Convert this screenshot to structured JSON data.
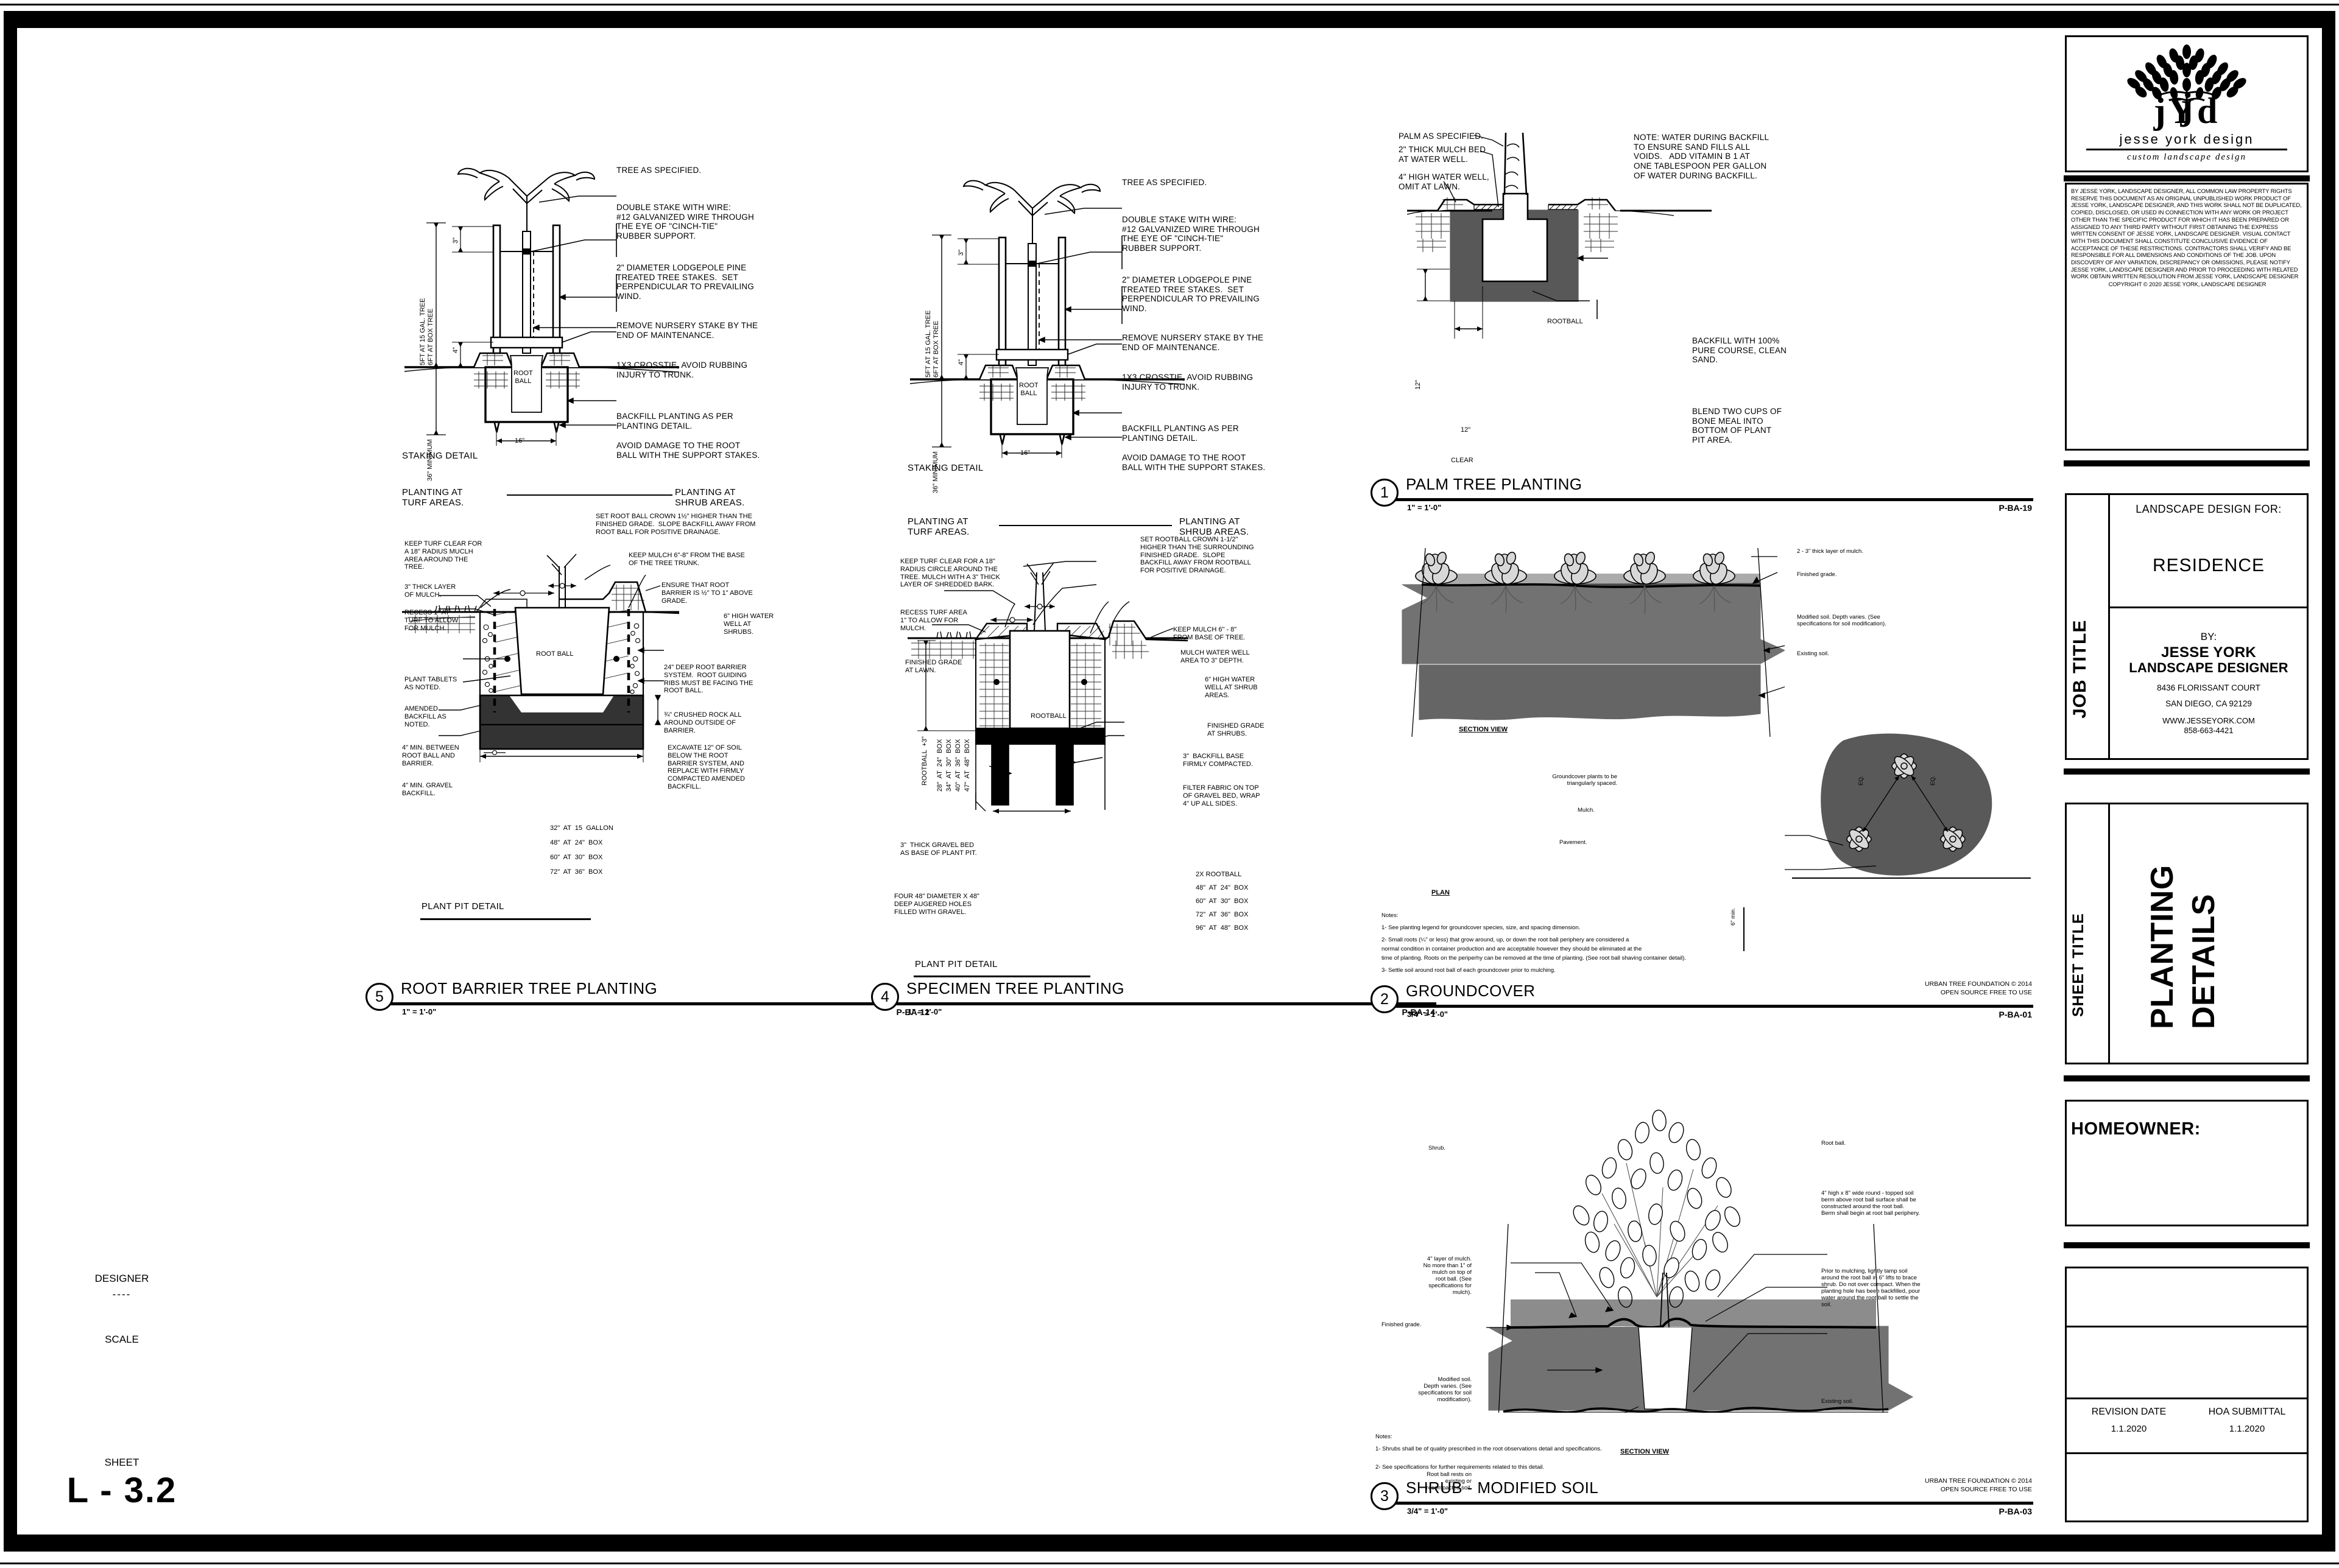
{
  "sheet": {
    "title_block": {
      "logo": {
        "mark": "jYd",
        "name": "jesse york design",
        "tagline": "custom landscape design"
      },
      "legal_text": "BY JESSE YORK, LANDSCAPE DESIGNER, ALL COMMON LAW PROPERTY RIGHTS RESERVE THIS DOCUMENT AS AN ORIGINAL UNPUBLISHED WORK PRODUCT OF JESSE YORK, LANDSCAPE DESIGNER, AND THIS WORK SHALL NOT BE DUPLICATED, COPIED, DISCLOSED, OR USED IN CONNECTION WITH ANY WORK OR PROJECT OTHER THAN THE SPECIFIC PRODUCT FOR WHICH IT HAS BEEN PREPARED OR ASSIGNED TO ANY THIRD PARTY WITHOUT FIRST OBTAINING THE EXPRESS WRITTEN CONSENT OF JESSE YORK, LANDSCAPE DESIGNER. VISUAL CONTACT WITH THIS DOCUMENT SHALL CONSTITUTE CONCLUSIVE EVIDENCE OF ACCEPTANCE OF THESE RESTRICTIONS. CONTRACTORS SHALL VERIFY AND BE RESPONSIBLE FOR ALL DIMENSIONS AND CONDITIONS OF THE JOB. UPON DISCOVERY OF ANY VARIATION, DISCREPANCY OR OMISSIONS, PLEASE NOTIFY JESSE YORK, LANDSCAPE DESIGNER AND PRIOR TO PROCEEDING WITH RELATED WORK OBTAIN WRITTEN RESOLUTION FROM JESSE YORK, LANDSCAPE DESIGNER",
      "legal_copyright": "COPYRIGHT © 2020 JESSE YORK, LANDSCAPE DESIGNER",
      "job_title_label": "JOB TITLE",
      "job_header": "LANDSCAPE DESIGN FOR:",
      "job_name": "RESIDENCE",
      "by_label": "BY:",
      "designer_name": "JESSE YORK",
      "designer_role": "LANDSCAPE DESIGNER",
      "address_line1": "8436 FLORISSANT COURT",
      "address_line2": "SAN DIEGO, CA 92129",
      "website": "WWW.JESSEYORK.COM",
      "phone": "858-663-4421",
      "sheet_title_label": "SHEET TITLE",
      "sheet_title_line1": "PLANTING",
      "sheet_title_line2": "DETAILS",
      "homeowner_label": "HOMEOWNER:",
      "designer_field_label": "DESIGNER",
      "designer_field_value": "----",
      "scale_field_label": "SCALE",
      "scale_field_value": "",
      "revision_date_label": "REVISION DATE",
      "revision_date_value": "1.1.2020",
      "submittal_label": "HOA SUBMITTAL",
      "submittal_value": "1.1.2020",
      "sheet_label": "SHEET",
      "sheet_number": "L - 3.2"
    },
    "details": [
      {
        "id": "detail-5",
        "number": "5",
        "name": "ROOT BARRIER TREE PLANTING",
        "scale": "1\" = 1'-0\"",
        "code": "P-BA-12",
        "credit": "",
        "sub_titles": {
          "staking": "STAKING DETAIL",
          "pit": "PLANT PIT DETAIL"
        },
        "staking_labels": {
          "tree": "TREE AS SPECIFIED.",
          "double_stake": "DOUBLE STAKE WITH WIRE:\n#12 GALVANIZED WIRE THROUGH\nTHE EYE OF \"CINCH-TIE\"\nRUBBER SUPPORT.",
          "stakes": "2\" DIAMETER LODGEPOLE PINE\nTREATED TREE STAKES.  SET\nPERPENDICULAR TO PREVAILING\nWIND.",
          "nursery_stake": "REMOVE NURSERY STAKE BY THE\nEND OF MAINTENANCE.",
          "crosstie": "1X3 CROSSTIE, AVOID RUBBING\nINJURY TO TRUNK.",
          "backfill": "BACKFILL PLANTING AS PER\nPLANTING DETAIL.",
          "avoid_damage": "AVOID DAMAGE TO THE ROOT\nBALL WITH THE SUPPORT STAKES.",
          "rootball": "ROOT\nBALL",
          "dim_height": "5FT AT 15 GAL. TREE\n6FT AT BOX TREE",
          "dim_3in": "3\"",
          "dim_4in": "4\"",
          "dim_min": "36\" MINIMUM",
          "dim_16in": "16\""
        },
        "pit_labels": {
          "planting_turf": "PLANTING AT\nTURF AREAS.",
          "planting_shrub": "PLANTING AT\nSHRUB AREAS.",
          "set_crown": "SET ROOT BALL CROWN 1½\" HIGHER THAN THE\nFINISHED GRADE.  SLOPE BACKFILL AWAY FROM\nROOT BALL FOR POSITIVE DRAINAGE.",
          "keep_turf": "KEEP TURF CLEAR FOR\nA 18\" RADIUS MUCLH\nAREA AROUND THE\nTREE.",
          "keep_mulch": "KEEP MULCH 6\"-8\" FROM THE BASE\nOF THE TREE TRUNK.",
          "mulch_layer": "3\" THICK LAYER\nOF MULCH.",
          "recess": "RECESS 1\" AT\nTURF TO ALLOW\nFOR MULCH.",
          "ensure_barrier": "ENSURE THAT ROOT\nBARRIER IS ½\" TO 1\" ABOVE\nGRADE.",
          "water_well": "6\" HIGH WATER\nWELL AT\nSHRUBS.",
          "plant_tablets": "PLANT TABLETS\nAS NOTED.",
          "amended": "AMENDED\nBACKFILL AS\nNOTED.",
          "min_between": "4\" MIN. BETWEEN\nROOT BALL AND\nBARRIER.",
          "min_gravel": "4\" MIN. GRAVEL\nBACKFILL.",
          "barrier_sys": "24\" DEEP ROOT BARRIER\nSYSTEM.  ROOT GUIDING\nRIBS MUST BE FACING THE\nROOT BALL.",
          "crushed_rock": "¾\" CRUSHED ROCK ALL\nAROUND OUTSIDE OF\nBARRIER.",
          "excavate": "EXCAVATE 12\" OF SOIL\nBELOW THE ROOT\nBARRIER SYSTEM, AND\nREPLACE WITH FIRMLY\nCOMPACTED AMENDED\nBACKFILL.",
          "rootball": "ROOT BALL"
        },
        "pit_sizes": [
          "32\"  AT  15  GALLON",
          "48\"  AT  24\"  BOX",
          "60\"  AT  30\"  BOX",
          "72\"  AT  36\"  BOX"
        ]
      },
      {
        "id": "detail-4",
        "number": "4",
        "name": "SPECIMEN TREE PLANTING",
        "scale": "1\" = 1'-0\"",
        "code": "P-BA-14",
        "credit": "",
        "sub_titles": {
          "staking": "STAKING DETAIL",
          "pit": "PLANT PIT DETAIL"
        },
        "staking_labels": {
          "tree": "TREE AS SPECIFIED.",
          "double_stake": "DOUBLE STAKE WITH WIRE:\n#12 GALVANIZED WIRE THROUGH\nTHE EYE OF \"CINCH-TIE\"\nRUBBER SUPPORT.",
          "stakes": "2\" DIAMETER LODGEPOLE PINE\nTREATED TREE STAKES.  SET\nPERPENDICULAR TO PREVAILING\nWIND.",
          "nursery_stake": "REMOVE NURSERY STAKE BY THE\nEND OF MAINTENANCE.",
          "crosstie": "1X3 CROSSTIE, AVOID RUBBING\nINJURY TO TRUNK.",
          "backfill": "BACKFILL PLANTING AS PER\nPLANTING DETAIL.",
          "avoid_damage": "AVOID DAMAGE TO THE ROOT\nBALL WITH THE SUPPORT STAKES.",
          "rootball": "ROOT\nBALL",
          "dim_height": "5FT AT 15 GAL. TREE\n6FT AT BOX TREE",
          "dim_3in": "3\"",
          "dim_4in": "4\"",
          "dim_min": "36\" MINIMUM",
          "dim_16in": "16\""
        },
        "pit_labels": {
          "planting_turf": "PLANTING AT\nTURF AREAS.",
          "planting_shrub": "PLANTING AT\nSHRUB AREAS.",
          "set_crown": "SET ROOTBALL CROWN 1-1/2\"\nHIGHER THAN THE SURROUNDING\nFINISHED GRADE.  SLOPE\nBACKFILL AWAY FROM ROOTBALL\nFOR POSITIVE DRAINAGE.",
          "keep_turf": "KEEP TURF CLEAR FOR A 18\"\nRADIUS CIRCLE AROUND THE\nTREE. MULCH WITH A 3\" THICK\nLAYER OF SHREDDED BARK.",
          "keep_mulch": "KEEP MULCH 6\" - 8\"\nFROM BASE OF TREE.",
          "recess": "RECESS TURF AREA\n1\" TO ALLOW FOR\nMULCH.",
          "finished_grade_lawn": "FINISHED GRADE\nAT LAWN.",
          "mulch_well": "MULCH WATER WELL\nAREA TO 3\" DEPTH.",
          "water_well": "6\" HIGH WATER\nWELL AT SHRUB\nAREAS.",
          "finished_grade_shrub": "FINISHED GRADE\nAT SHRUBS.",
          "backfill_base": "3\"  BACKFILL BASE\nFIRMLY COMPACTED.",
          "filter_fabric": "FILTER FABRIC ON TOP\nOF GRAVEL BED, WRAP\n4\" UP ALL SIDES.",
          "gravel_bed": "3\"  THICK GRAVEL BED\nAS BASE OF PLANT PIT.",
          "augered": "FOUR 48\" DIAMETER X 48\"\nDEEP AUGERED HOLES\nFILLED WITH GRAVEL.",
          "rootball": "ROOTBALL",
          "dim_stack": "ROOTBALL  +3\""
        },
        "depth_sizes": [
          "28\"  AT  24\"  BOX",
          "34\"  AT  30\"  BOX",
          "40\"  AT  36\"  BOX",
          "47\"  AT  48\"  BOX"
        ],
        "width_sizes_header": "2X ROOTBALL",
        "width_sizes": [
          "48\"  AT  24\"  BOX",
          "60\"  AT  30\"  BOX",
          "72\"  AT  36\"  BOX",
          "96\"  AT  48\"  BOX"
        ]
      },
      {
        "id": "detail-1",
        "number": "1",
        "name": "PALM TREE PLANTING",
        "scale": "1\" = 1'-0\"",
        "code": "P-BA-19",
        "credit": "",
        "labels": {
          "palm": "PALM AS SPECIFIED.",
          "mulch_bed": "2\" THICK MULCH BED\nAT WATER WELL.",
          "water_well": "4\" HIGH WATER WELL,\nOMIT AT LAWN.",
          "note": "NOTE: WATER DURING BACKFILL\nTO ENSURE SAND FILLS ALL\nVOIDS.   ADD VITAMIN B 1 AT\nONE TABLESPOON PER GALLON\nOF WATER DURING BACKFILL.",
          "backfill_sand": "BACKFILL WITH 100%\nPURE COURSE, CLEAN\nSAND.",
          "bone_meal": "BLEND TWO CUPS OF\nBONE MEAL INTO\nBOTTOM OF PLANT\nPIT AREA.",
          "rootball": "ROOTBALL",
          "dim_12_vert": "12\"",
          "dim_12_horiz": "12\"",
          "clear": "CLEAR"
        }
      },
      {
        "id": "detail-2",
        "number": "2",
        "name": "GROUNDCOVER",
        "scale": "3/4\" = 1'-0\"",
        "code": "P-BA-01",
        "credit": "URBAN TREE FOUNDATION © 2014\nOPEN SOURCE FREE TO USE",
        "view_section": "SECTION VIEW",
        "view_plan": "PLAN",
        "labels": {
          "mulch": "2 - 3\" thick layer of mulch.",
          "finished_grade": "Finished grade.",
          "modified_soil": "Modified soil. Depth varies. (See\nspecifications for soil modification).",
          "existing_soil": "Existing soil.",
          "triangular": "Groundcover plants to be\ntriangularly spaced.",
          "mulch_plan": "Mulch.",
          "pavement": "Pavement.",
          "eq": "EQ.",
          "min6": "6\" min."
        },
        "notes_title": "Notes:",
        "notes": [
          "1- See planting legend for groundcover species, size, and spacing dimension.",
          "2- Small roots (¼\" or less) that grow around, up, or down the root ball periphery are considered a",
          "normal condition in container production and are acceptable however they should be eliminated at the",
          "time of planting. Roots on the periperhy can be removed at the time of planting. (See root ball shaving container detail).",
          "3- Settle soil around root ball of each groundcover prior to mulching."
        ]
      },
      {
        "id": "detail-3",
        "number": "3",
        "name": "SHRUB - MODIFIED SOIL",
        "scale": "3/4\" = 1'-0\"",
        "code": "P-BA-03",
        "credit": "URBAN TREE FOUNDATION © 2014\nOPEN SOURCE FREE TO USE",
        "view_section": "SECTION VIEW",
        "labels": {
          "shrub": "Shrub.",
          "mulch": "4\" layer of mulch.\nNo more than 1\" of\nmulch on top of\nroot ball. (See\nspecifications for\nmulch).",
          "finished_grade": "Finished grade.",
          "modified_soil": "Modified soil.\nDepth varies. (See\nspecifications for soil\nmodification).",
          "rests_on": "Root ball rests on\nexisting or\nrecompacted soil.",
          "root_ball": "Root ball.",
          "berm": "4\" high x 8\" wide round - topped soil\nberm above root ball surface shall be\nconstructed around the root ball.\nBerm shall begin at root ball periphery.",
          "tamp": "Prior to mulching, lightly tamp soil\naround the root ball in 6\" lifts to brace\nshrub. Do not over compact. When the\nplanting hole has been backfilled, pour\nwater around the root ball to settle the\nsoil.",
          "existing_soil": "Existing soil."
        },
        "notes_title": "Notes:",
        "notes": [
          "1- Shrubs shall be of quality prescribed in the root observations detail and specifications.",
          "2- See specifications for further requirements related to this detail."
        ]
      }
    ]
  }
}
